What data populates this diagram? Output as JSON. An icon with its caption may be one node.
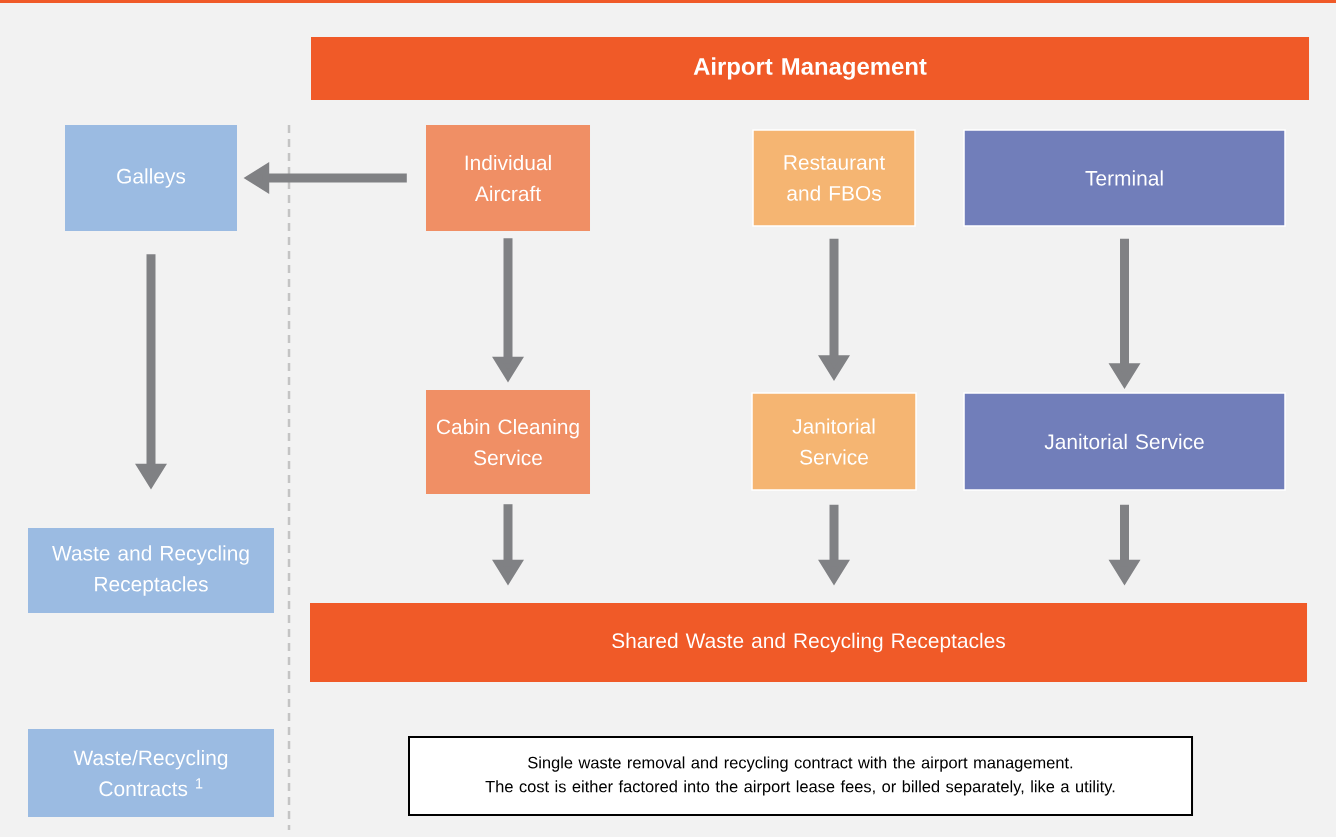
{
  "diagram": {
    "nodes": [
      {
        "text": [
          "Airport Management"
        ]
      },
      {
        "text": [
          "Galleys"
        ]
      },
      {
        "text": [
          "Individual Aircraft"
        ]
      },
      {
        "text": [
          "Restaurant and FBOs"
        ]
      },
      {
        "text": [
          "Terminal"
        ]
      },
      {
        "text": [
          "Cabin Cleaning Service"
        ]
      },
      {
        "text": [
          "Janitorial Service"
        ]
      },
      {
        "text": [
          "Janitorial Service"
        ]
      },
      {
        "text": [
          "Waste and Recycling Receptacles"
        ]
      },
      {
        "text": [
          "Shared Waste and Recycling Receptacles"
        ]
      },
      {
        "text": [
          "Waste/Recycling Contracts $^{1}$"
        ]
      },
      {
        "text": [
          "Single waste removal and recycling contract with the airport management.",
          "The cost is either factored into the airport lease fees, or billed separately, like a utility."
        ]
      }
    ],
    "edges": [
      {
        "from": 2,
        "to": 1,
        "arrow": "to"
      },
      {
        "from": 1,
        "to": 8,
        "arrow": "to"
      },
      {
        "from": 2,
        "to": 5,
        "arrow": "to"
      },
      {
        "from": 3,
        "to": 6,
        "arrow": "to"
      },
      {
        "from": 4,
        "to": 7,
        "arrow": "to"
      },
      {
        "from": 5,
        "to": 9,
        "arrow": "to"
      },
      {
        "from": 6,
        "to": 9,
        "arrow": "to"
      },
      {
        "from": 7,
        "to": 9,
        "arrow": "to"
      }
    ]
  }
}
